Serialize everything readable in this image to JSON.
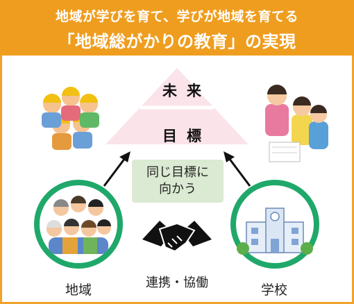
{
  "header": {
    "line1": "地域が学びを育て、学びが地域を育てる",
    "line2": "「地域総がかりの教育」の実現"
  },
  "pyramid": {
    "top_label": "未来",
    "middle_label": "目標"
  },
  "goal_box": {
    "line1": "同じ目標に",
    "line2": "向かう"
  },
  "left_circle_label": "地域",
  "right_circle_label": "学校",
  "handshake_label": "連携・協働",
  "colors": {
    "header_bg": "#ef9d1f",
    "circle_ring": "#1fa86a",
    "pyramid_fill": "#fbe3ea",
    "goal_box_bg": "#dbead2"
  }
}
